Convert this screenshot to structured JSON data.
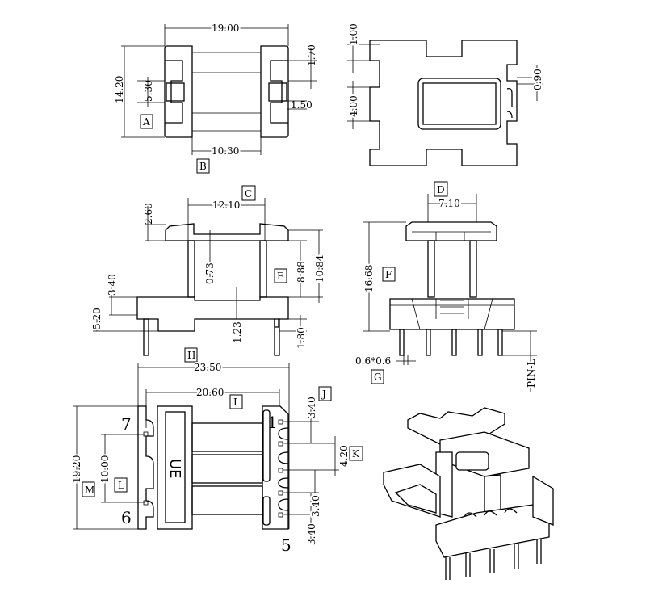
{
  "view_top": {
    "width": "19.00",
    "height": "14.20",
    "slot": "5.30",
    "tab": "1.70",
    "pin_gap": "1.50",
    "inner_width": "10.30",
    "label_a": "A",
    "label_b": "B"
  },
  "view_bottom": {
    "top_gap": "1.00",
    "mid_gap": "4.00",
    "notch": "0.90"
  },
  "view_front": {
    "label_c": "C",
    "flange_width": "12.10",
    "flange_height": "2.60",
    "wall": "0.73",
    "window": "8.88",
    "total": "10.84",
    "label_e": "E",
    "base_step": "3.40",
    "base_height": "5.20",
    "base_wall": "1.23",
    "pin_stub": "1.80"
  },
  "view_side": {
    "label_d": "D",
    "top_width": "7.10",
    "height": "16.68",
    "label_f": "F",
    "pin_section": "0.6*0.6",
    "label_g": "G",
    "pin_length": "PIN-L"
  },
  "view_plan": {
    "label_h": "H",
    "overall_width": "23.50",
    "pin_span": "20.60",
    "label_i": "I",
    "label_j": "J",
    "pin_pitch_1": "3.40",
    "label_k": "K",
    "pin_pitch_2": "4.20",
    "left_pitch": "10.00",
    "overall_depth": "19.20",
    "label_m": "M",
    "label_l": "L",
    "pin_7": "7",
    "pin_6": "6",
    "pin_1": "1",
    "pin_5": "5",
    "pin_pitch_3": "3.40",
    "pin_pitch_4": "3.40",
    "logo": "UE"
  }
}
